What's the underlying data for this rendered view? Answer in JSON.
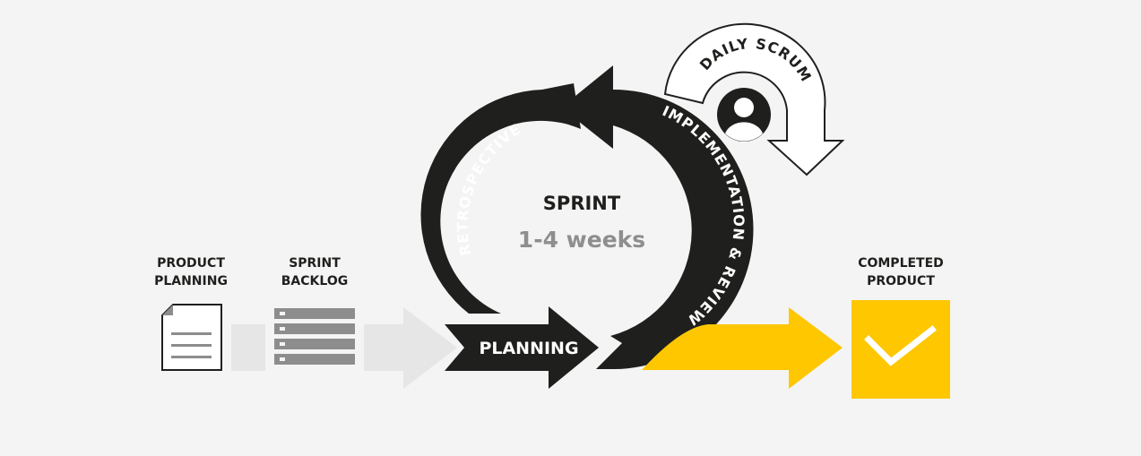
{
  "sprint": {
    "title": "SPRINT",
    "duration": "1-4 weeks"
  },
  "stages": {
    "product_planning": [
      "PRODUCT",
      "PLANNING"
    ],
    "sprint_backlog": [
      "SPRINT",
      "BACKLOG"
    ],
    "completed_product": [
      "COMPLETED",
      "PRODUCT"
    ]
  },
  "cycle": {
    "planning": "PLANNING",
    "retrospective": "RETROSPECTIVE",
    "implementation_review": "IMPLEMENTATION & REVIEW",
    "daily_scrum": "DAILY SCRUM"
  },
  "icons": {
    "document": "document-icon",
    "backlog": "backlog-list-icon",
    "person": "person-icon",
    "check": "checkmark-icon"
  },
  "colors": {
    "background": "#f4f4f4",
    "dark": "#1f1f1d",
    "accent_yellow": "#fec700",
    "light_gray_arrow": "#e6e6e6",
    "backlog_gray": "#8d8d8d",
    "muted_text": "#8e8e8e",
    "white": "#ffffff"
  }
}
